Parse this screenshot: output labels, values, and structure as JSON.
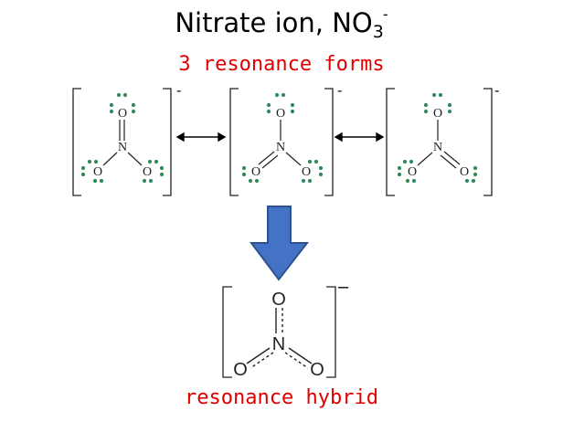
{
  "title": {
    "text": "Nitrate ion, NO",
    "sub": "3",
    "sup": "-"
  },
  "subtitle": "3 resonance forms",
  "hybrid_label": "resonance hybrid",
  "atoms": {
    "oxygen": "O",
    "nitrogen": "N"
  },
  "charges": {
    "form": "-",
    "hybrid": "–"
  },
  "colors": {
    "arrow": "#4472c4",
    "arrow_edge": "#2f528f",
    "lone_pair": "#2e8b57",
    "label": "#e00000"
  }
}
